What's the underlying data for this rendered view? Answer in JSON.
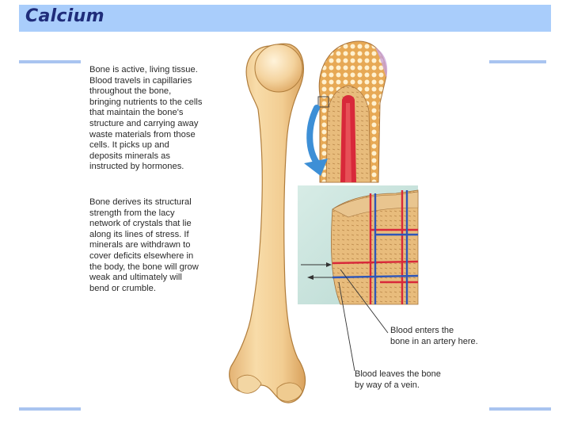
{
  "slide": {
    "title": "Calcium"
  },
  "paragraph_1": [
    "Bone is active, living tissue.",
    "Blood travels in capillaries",
    "throughout the bone,",
    "bringing nutrients to the cells",
    "that maintain the bone's",
    "structure and carrying away",
    "waste materials from those",
    "cells. It picks up and",
    "deposits minerals as",
    "instructed by hormones."
  ],
  "paragraph_2": [
    "Bone derives its structural",
    "strength from the lacy",
    "network of crystals that lie",
    "along its lines of stress. If",
    "minerals are withdrawn to",
    "cover deficits elsewhere in",
    "the body, the bone will grow",
    "weak and ultimately will",
    "bend or crumble."
  ],
  "callouts": {
    "artery": [
      "Blood enters the",
      "bone in an artery here."
    ],
    "vein": [
      "Blood leaves the bone",
      "by way of a vein."
    ]
  },
  "colors": {
    "title_bar": "#a9cdfb",
    "title_text": "#1f2c7a",
    "rule": "#a9c4f0",
    "bone": "#f0c98e",
    "artery": "#d8283a",
    "vein": "#2f56b8",
    "arrow": "#3d8fd6"
  }
}
